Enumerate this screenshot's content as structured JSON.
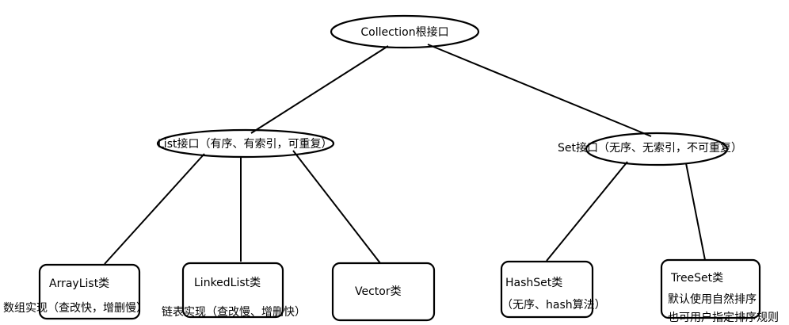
{
  "nodes": {
    "root": {
      "label": "Collection根接口"
    },
    "list": {
      "label": "List接口（有序、有索引，可重复）"
    },
    "set": {
      "label": "Set接口（无序、无索引，不可重复）"
    },
    "arraylist": {
      "label": "ArrayList类",
      "note": "数组实现（查改快，增删慢）"
    },
    "linkedlist": {
      "label": "LinkedList类",
      "note": "链表实现（查改慢、增删快）"
    },
    "vector": {
      "label": "Vector类"
    },
    "hashset": {
      "label": "HashSet类",
      "note": "（无序、hash算法）"
    },
    "treeset": {
      "label": "TreeSet类",
      "note_line1": "默认使用自然排序",
      "note_line2": "也可用户指定排序规则"
    }
  }
}
